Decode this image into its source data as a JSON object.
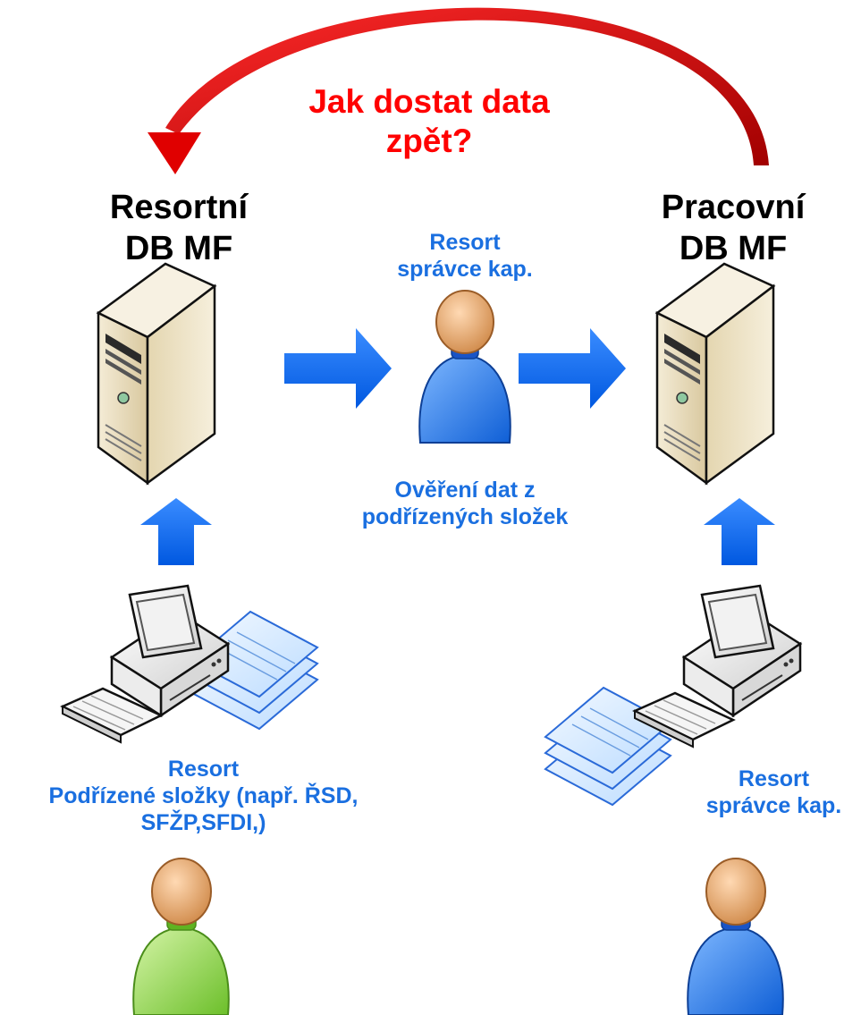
{
  "question": {
    "lines": [
      "Jak dostat data",
      "zpět?"
    ]
  },
  "left_db": {
    "lines": [
      "Resortní",
      "DB MF"
    ]
  },
  "right_db": {
    "lines": [
      "Pracovní",
      "DB MF"
    ]
  },
  "center_person": {
    "lines": [
      "Resort",
      "správce kap."
    ]
  },
  "verification": {
    "lines": [
      "Ověření dat z",
      "podřízených složek"
    ]
  },
  "bottom_left": {
    "lines": [
      "Resort",
      "Podřízené složky (např. ŘSD,",
      "SFŽP,SFDI,)"
    ]
  },
  "bottom_right": {
    "lines": [
      "Resort",
      "správce kap."
    ]
  },
  "colors": {
    "label_blue": "#1a6fe0",
    "question_red": "#ff0000",
    "arrow_blue": "#0b6cf2",
    "server_beige": "#e9dcbd",
    "person_blue": "#2b7be6",
    "person_green": "#8fd34a"
  },
  "icons": [
    "server-icon",
    "person-icon",
    "workstation-icon",
    "document-stack-icon",
    "arrow-icon"
  ]
}
